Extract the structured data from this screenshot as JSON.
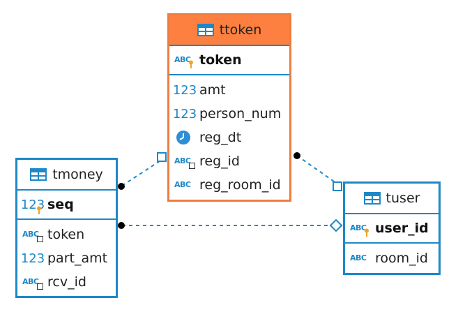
{
  "tables": {
    "ttoken": {
      "title": "ttoken",
      "pk": {
        "name": "token",
        "type_icon": "abc-key-icon"
      },
      "columns": [
        {
          "name": "amt",
          "type_icon": "numeric-icon",
          "type_label": "123"
        },
        {
          "name": "person_num",
          "type_icon": "numeric-icon",
          "type_label": "123"
        },
        {
          "name": "reg_dt",
          "type_icon": "clock-icon"
        },
        {
          "name": "reg_id",
          "type_icon": "abc-fk-icon"
        },
        {
          "name": "reg_room_id",
          "type_icon": "abc-icon"
        }
      ]
    },
    "tmoney": {
      "title": "tmoney",
      "pk": {
        "name": "seq",
        "type_icon": "numeric-key-icon",
        "type_label": "123"
      },
      "columns": [
        {
          "name": "token",
          "type_icon": "abc-fk-icon"
        },
        {
          "name": "part_amt",
          "type_icon": "numeric-icon",
          "type_label": "123"
        },
        {
          "name": "rcv_id",
          "type_icon": "abc-fk-icon"
        }
      ]
    },
    "tuser": {
      "title": "tuser",
      "pk": {
        "name": "user_id",
        "type_icon": "abc-key-icon"
      },
      "columns": [
        {
          "name": "room_id",
          "type_icon": "abc-icon"
        }
      ]
    }
  },
  "abc_label": "ABC",
  "relations": [
    {
      "from": "tmoney",
      "to": "ttoken",
      "style": "dashed"
    },
    {
      "from": "tmoney",
      "to": "tuser",
      "style": "dashed"
    },
    {
      "from": "ttoken",
      "to": "tuser",
      "style": "dashed"
    }
  ],
  "colors": {
    "border": "#1E88C7",
    "highlight": "#FD8040",
    "text": "#222222"
  }
}
